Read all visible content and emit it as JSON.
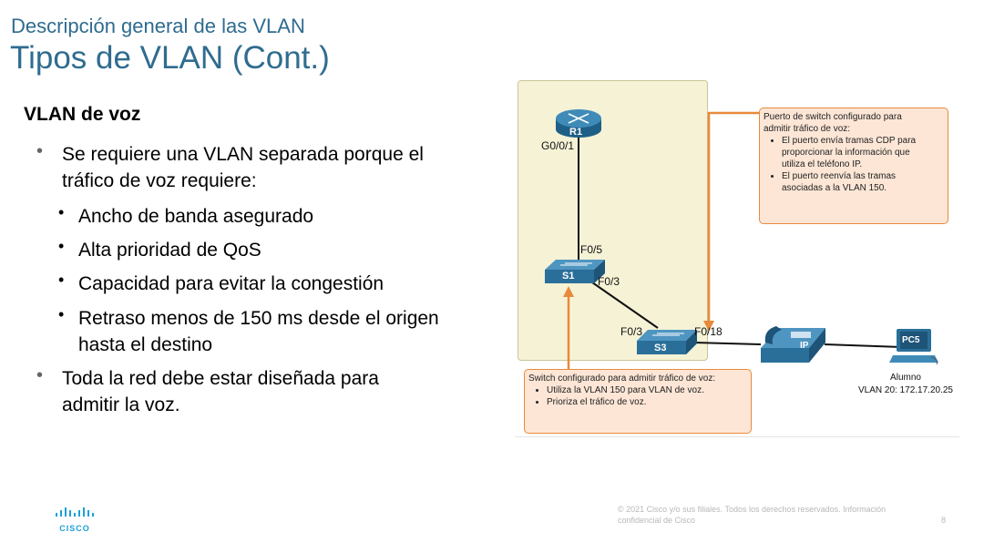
{
  "header": {
    "supertitle": "Descripción general de las VLAN",
    "title": "Tipos de VLAN (Cont.)"
  },
  "content": {
    "section_title": "VLAN de voz",
    "bullet1_line1": "Se requiere una VLAN separada porque el",
    "bullet1_line2": "tráfico de voz requiere:",
    "sub_bullets": [
      "Ancho de banda asegurado",
      "Alta prioridad de QoS",
      "Capacidad para evitar la congestión",
      "Retraso menos de 150 ms desde el origen"
    ],
    "sub_bullet4_line2": "hasta el destino",
    "bullet2_line1": "Toda la red debe estar diseñada para",
    "bullet2_line2": "admitir la voz."
  },
  "diagram": {
    "devices": {
      "router": "R1",
      "switch1": "S1",
      "switch3": "S3",
      "phone": "IP",
      "pc": "PC5"
    },
    "ports": {
      "r1_port": "G0/0/1",
      "s1_up": "F0/5",
      "s1_down": "F0/3",
      "s3_left": "F0/3",
      "s3_right": "F0/18"
    },
    "pc_caption_line1": "Alumno",
    "pc_caption_line2": "VLAN 20: 172.17.20.25",
    "callout_port": {
      "title_line1": "Puerto de switch configurado para",
      "title_line2": "admitir tráfico de voz:",
      "item1_line1": "El puerto envía tramas CDP para",
      "item1_line2": "proporcionar la información que",
      "item1_line3": "utiliza el teléfono IP.",
      "item2_line1": "El puerto reenvía las tramas",
      "item2_line2": "asociadas a la VLAN 150."
    },
    "callout_switch": {
      "title": "Switch configurado para admitir tráfico de voz:",
      "item1": "Utiliza la VLAN 150 para VLAN de voz.",
      "item2": "Prioriza el tráfico de voz."
    },
    "colors": {
      "device_blue": "#2a6f99",
      "callout_border": "#e88a3c",
      "callout_fill": "#fde6d6",
      "zone_fill": "#f5f2d6"
    }
  },
  "footer": {
    "logo_text": "CISCO",
    "copyright_line1": "© 2021 Cisco y/o sus filiales. Todos los derechos reservados.   Información",
    "copyright_line2": "confidencial de Cisco",
    "page_number": "8"
  }
}
